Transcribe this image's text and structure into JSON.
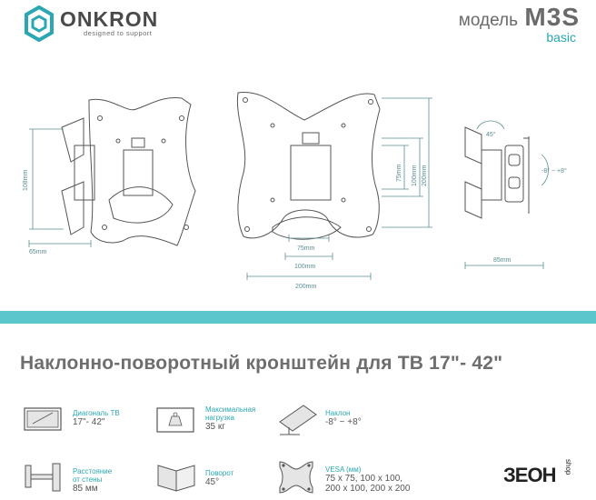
{
  "header": {
    "brand_name": "ONKRON",
    "brand_tagline": "designed to support",
    "model_prefix": "модель",
    "model_name": "M3S",
    "model_variant": "basic"
  },
  "dimensions": {
    "side_height": "108mm",
    "side_depth": "65mm",
    "front_75": "75mm",
    "front_100": "100mm",
    "front_200": "200mm",
    "front_v75": "75mm",
    "front_v100": "100mm",
    "front_v200": "200mm",
    "swivel_angle": "45°",
    "tilt_range": "-8° ~ +8°",
    "right_depth": "85mm"
  },
  "product_title": "Наклонно-поворотный кронштейн для ТВ 17\"- 42\"",
  "specs": [
    {
      "icon": "tv-diagonal-icon",
      "label_lines": [
        "Диагональ ТВ"
      ],
      "value_lines": [
        "17\"- 42\""
      ]
    },
    {
      "icon": "max-load-icon",
      "label_lines": [
        "Максимальная",
        "нагрузка"
      ],
      "value_lines": [
        "35 кг"
      ]
    },
    {
      "icon": "tilt-icon",
      "label_lines": [
        "Наклон"
      ],
      "value_lines": [
        "-8° ~ +8°"
      ]
    },
    {
      "icon": "wall-distance-icon",
      "label_lines": [
        "Расстояние",
        "от стены"
      ],
      "value_lines": [
        "85 мм"
      ]
    },
    {
      "icon": "swivel-icon",
      "label_lines": [
        "Поворот"
      ],
      "value_lines": [
        "45°"
      ]
    },
    {
      "icon": "vesa-icon",
      "label_lines": [
        "VESA (мм)"
      ],
      "value_lines": [
        "75 x 75, 100 x 100,",
        "200 x 100, 200 x 200"
      ]
    }
  ],
  "footer_logo": {
    "text": "ЗЕОН",
    "suffix": "shop"
  },
  "colors": {
    "accent": "#2aa7b2",
    "band": "#5bc7cc",
    "text": "#555555"
  }
}
